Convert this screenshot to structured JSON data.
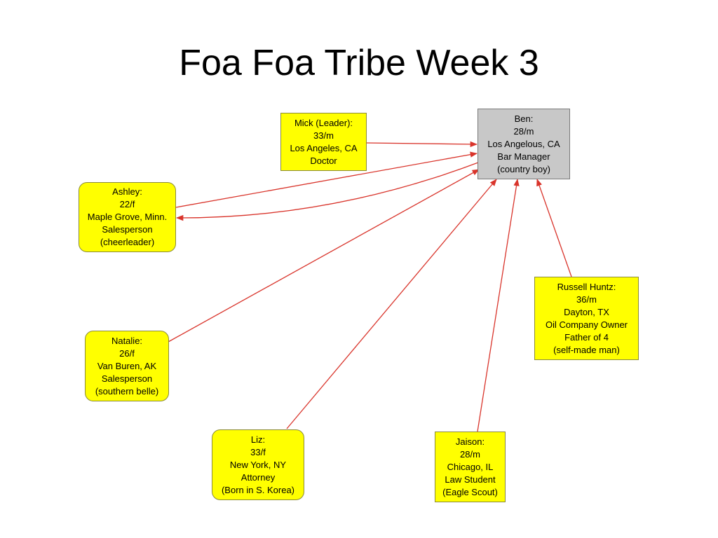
{
  "title": "Foa Foa Tribe Week 3",
  "colors": {
    "node_fill": "#ffff00",
    "center_fill": "#c8c8c8",
    "edge": "#d9342b"
  },
  "nodes": {
    "ben": {
      "lines": [
        "Ben:",
        "28/m",
        "Los Angelous, CA",
        "Bar Manager",
        "(country boy)"
      ]
    },
    "mick": {
      "lines": [
        "Mick (Leader):",
        "33/m",
        "Los Angeles, CA",
        "Doctor"
      ]
    },
    "ashley": {
      "lines": [
        "Ashley:",
        "22/f",
        "Maple Grove, Minn.",
        "Salesperson",
        "(cheerleader)"
      ]
    },
    "natalie": {
      "lines": [
        "Natalie:",
        "26/f",
        "Van Buren, AK",
        "Salesperson",
        "(southern belle)"
      ]
    },
    "liz": {
      "lines": [
        "Liz:",
        "33/f",
        "New York, NY",
        "Attorney",
        "(Born in S. Korea)"
      ]
    },
    "jaison": {
      "lines": [
        "Jaison:",
        "28/m",
        "Chicago, IL",
        "Law Student",
        "(Eagle Scout)"
      ]
    },
    "russell": {
      "lines": [
        "Russell Huntz:",
        "36/m",
        "Dayton, TX",
        "Oil Company Owner",
        "Father of 4",
        "(self-made man)"
      ]
    }
  },
  "edges": [
    {
      "from": "mick",
      "to": "ben"
    },
    {
      "from": "ashley",
      "to": "ben"
    },
    {
      "from": "ben",
      "to": "ashley"
    },
    {
      "from": "natalie",
      "to": "ben"
    },
    {
      "from": "liz",
      "to": "ben"
    },
    {
      "from": "jaison",
      "to": "ben"
    },
    {
      "from": "russell",
      "to": "ben"
    }
  ]
}
